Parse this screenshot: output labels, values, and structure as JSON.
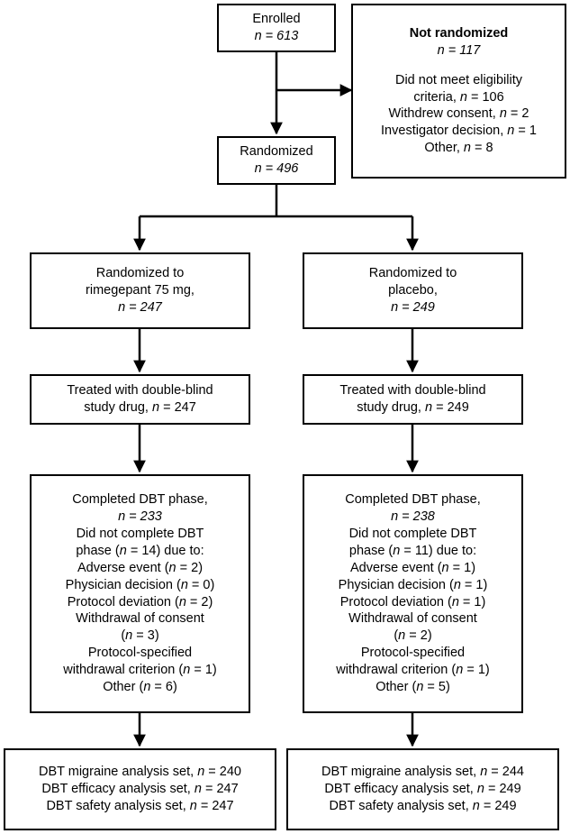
{
  "diagram": {
    "type": "flowchart",
    "title": "CONSORT participant flow diagram",
    "boxes": [
      {
        "id": "enrolled",
        "name": "box-enrolled",
        "lines": [
          "Enrolled",
          "n = 613"
        ],
        "italic_lines": [
          false,
          true
        ]
      },
      {
        "id": "not-randomized",
        "name": "box-not-randomized",
        "lines": [
          "Not randomized",
          "n = 117",
          "",
          "Did not meet eligibility",
          "criteria, n = 106",
          "Withdrew consent, n = 2",
          "Investigator decision, n = 1",
          "Other, n = 8"
        ]
      },
      {
        "id": "randomized",
        "name": "box-randomized",
        "lines": [
          "Randomized",
          "n = 496"
        ]
      },
      {
        "id": "rand-rimegepant",
        "name": "box-randomized-to-rimegepant",
        "lines": [
          "Randomized to",
          "rimegepant 75 mg,",
          "n = 247"
        ]
      },
      {
        "id": "rand-placebo",
        "name": "box-randomized-to-placebo",
        "lines": [
          "Randomized to",
          "placebo,",
          "n = 249"
        ]
      },
      {
        "id": "treated-rimegepant",
        "name": "box-treated-rimegepant",
        "lines": [
          "Treated with double-blind",
          "study drug, n = 247"
        ]
      },
      {
        "id": "treated-placebo",
        "name": "box-treated-placebo",
        "lines": [
          "Treated with double-blind",
          "study drug, n = 249"
        ]
      },
      {
        "id": "completed-rimegepant",
        "name": "box-completed-rimegepant",
        "lines": [
          "Completed DBT phase,",
          "n = 233",
          "Did not complete DBT",
          "phase (n = 14) due to:",
          "Adverse event (n = 2)",
          "Physician decision (n = 0)",
          "Protocol deviation (n = 2)",
          "Withdrawal of consent",
          "(n = 3)",
          "Protocol-specified",
          "withdrawal criterion (n = 1)",
          "Other (n = 6)"
        ]
      },
      {
        "id": "completed-placebo",
        "name": "box-completed-placebo",
        "lines": [
          "Completed DBT phase,",
          "n = 238",
          "Did not complete DBT",
          "phase (n = 11) due to:",
          "Adverse event (n = 1)",
          "Physician decision (n = 1)",
          "Protocol deviation (n = 1)",
          "Withdrawal of consent",
          "(n = 2)",
          "Protocol-specified",
          "withdrawal criterion (n = 1)",
          "Other (n = 5)"
        ]
      },
      {
        "id": "analysis-rimegepant",
        "name": "box-analysis-sets-rimegepant",
        "lines": [
          "DBT migraine analysis set, n = 240",
          "DBT efficacy analysis set, n = 247",
          "DBT safety analysis set, n = 247"
        ]
      },
      {
        "id": "analysis-placebo",
        "name": "box-analysis-sets-placebo",
        "lines": [
          "DBT migraine analysis set, n = 244",
          "DBT efficacy analysis set, n = 249",
          "DBT safety analysis set, n = 249"
        ]
      }
    ]
  }
}
